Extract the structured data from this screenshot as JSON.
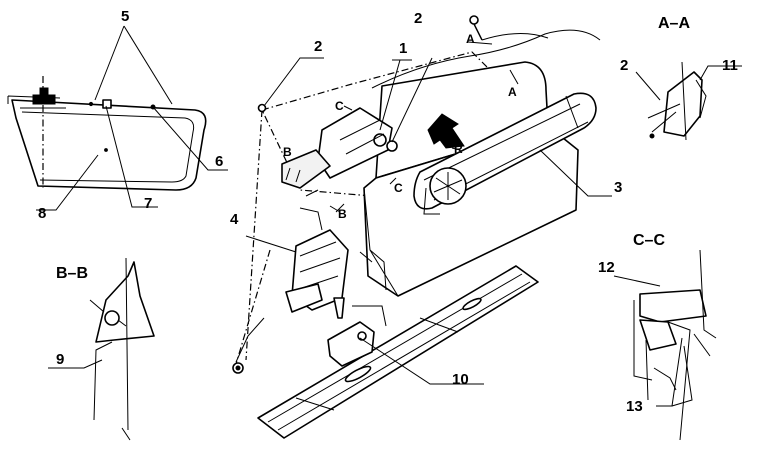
{
  "callouts": {
    "n1": "1",
    "n2a": "2",
    "n2b": "2",
    "n2c": "2",
    "n3": "3",
    "n4": "4",
    "n5": "5",
    "n6": "6",
    "n7": "7",
    "n8": "8",
    "n9": "9",
    "n10": "10",
    "n11": "11",
    "n12": "12",
    "n13": "13"
  },
  "sections": {
    "aa": "A–A",
    "bb": "B–B",
    "cc": "C–C"
  },
  "markers": {
    "a_top": "A",
    "a_mid": "A",
    "b_left": "B",
    "b_mid": "B",
    "c_top": "C",
    "c_mid": "C",
    "r": "R"
  }
}
